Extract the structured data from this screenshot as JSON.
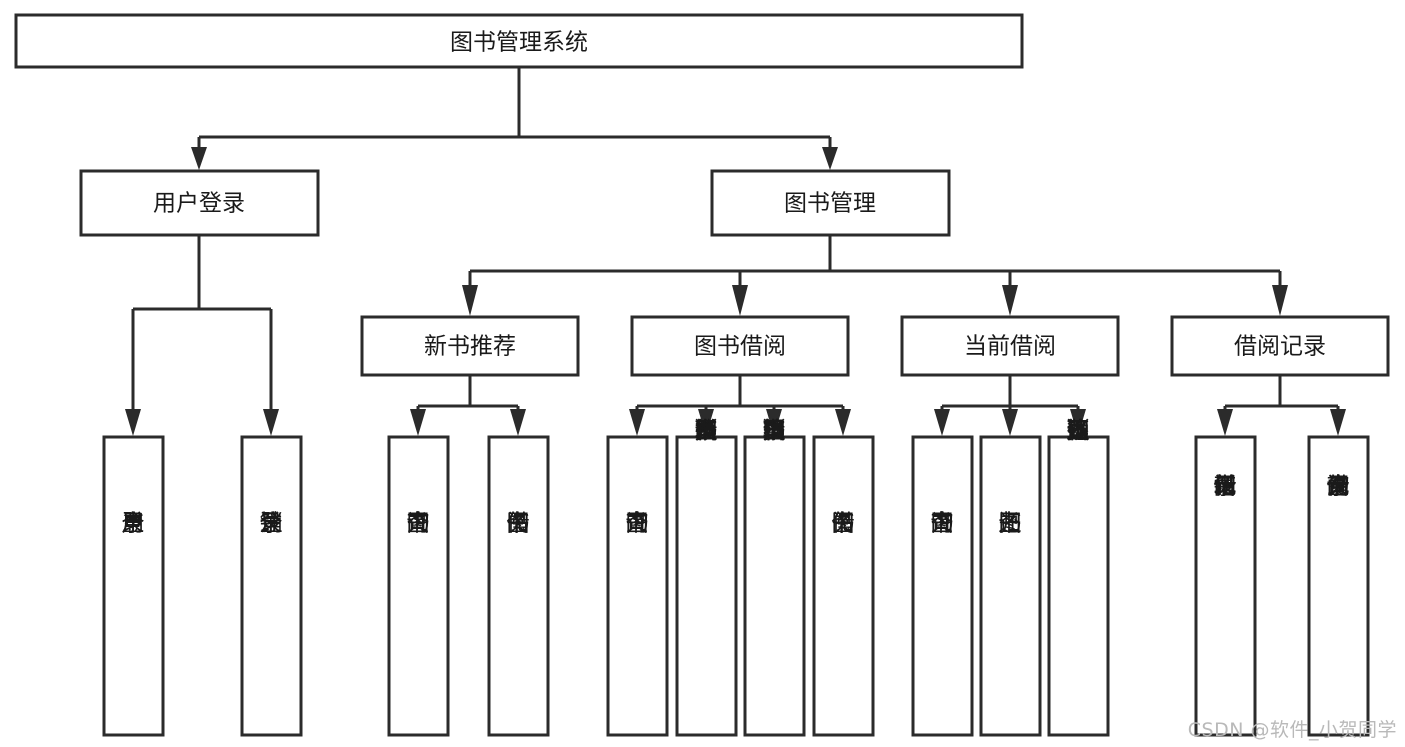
{
  "diagram": {
    "type": "tree-hierarchy",
    "title": "图书管理系统",
    "watermark": "CSDN @软件_小贺同学",
    "colors": {
      "box_stroke": "#2b2b2b",
      "box_fill": "#ffffff",
      "text": "#1a1a1a",
      "watermark": "#b9b9b9",
      "background": "#ffffff"
    },
    "levels": [
      {
        "level": 1,
        "nodes": [
          {
            "id": "root",
            "label": "图书管理系统",
            "orientation": "horizontal"
          }
        ]
      },
      {
        "level": 2,
        "nodes": [
          {
            "id": "user-login",
            "label": "用户登录",
            "orientation": "horizontal",
            "parent": "root"
          },
          {
            "id": "book-manage",
            "label": "图书管理",
            "orientation": "horizontal",
            "parent": "root"
          }
        ]
      },
      {
        "level": 3,
        "nodes": [
          {
            "id": "new-book-rec",
            "label": "新书推荐",
            "orientation": "horizontal",
            "parent": "book-manage"
          },
          {
            "id": "book-borrow",
            "label": "图书借阅",
            "orientation": "horizontal",
            "parent": "book-manage"
          },
          {
            "id": "current-borrow",
            "label": "当前借阅",
            "orientation": "horizontal",
            "parent": "book-manage"
          },
          {
            "id": "borrow-record",
            "label": "借阅记录",
            "orientation": "horizontal",
            "parent": "book-manage"
          }
        ]
      },
      {
        "level": 4,
        "nodes": [
          {
            "id": "leaf-user-login",
            "label": "用户登录",
            "orientation": "vertical",
            "parent": "user-login"
          },
          {
            "id": "leaf-logout",
            "label": "注销登录",
            "orientation": "vertical",
            "parent": "user-login"
          },
          {
            "id": "leaf-query-book-1",
            "label": "查询图书",
            "orientation": "vertical",
            "parent": "new-book-rec"
          },
          {
            "id": "leaf-borrow-book-1",
            "label": "借阅图书",
            "orientation": "vertical",
            "parent": "new-book-rec"
          },
          {
            "id": "leaf-query-book-2",
            "label": "查询图书",
            "orientation": "vertical",
            "parent": "book-borrow"
          },
          {
            "id": "leaf-add-book",
            "label": "新增图书（管理员）",
            "orientation": "vertical",
            "parent": "book-borrow"
          },
          {
            "id": "leaf-edit-book",
            "label": "编辑图书（管理员）",
            "orientation": "vertical",
            "parent": "book-borrow"
          },
          {
            "id": "leaf-borrow-book-2",
            "label": "借阅图书",
            "orientation": "vertical",
            "parent": "book-borrow"
          },
          {
            "id": "leaf-query-book-3",
            "label": "查询图书",
            "orientation": "vertical",
            "parent": "current-borrow"
          },
          {
            "id": "leaf-return-book",
            "label": "归还图书",
            "orientation": "vertical",
            "parent": "current-borrow"
          },
          {
            "id": "leaf-confirm-return",
            "label": "确认归还（管理员）",
            "orientation": "vertical",
            "parent": "current-borrow"
          },
          {
            "id": "leaf-add-record",
            "label": "新增借阅记录",
            "orientation": "vertical",
            "parent": "borrow-record"
          },
          {
            "id": "leaf-query-record",
            "label": "查询借阅记录",
            "orientation": "vertical",
            "parent": "borrow-record"
          }
        ]
      }
    ]
  }
}
